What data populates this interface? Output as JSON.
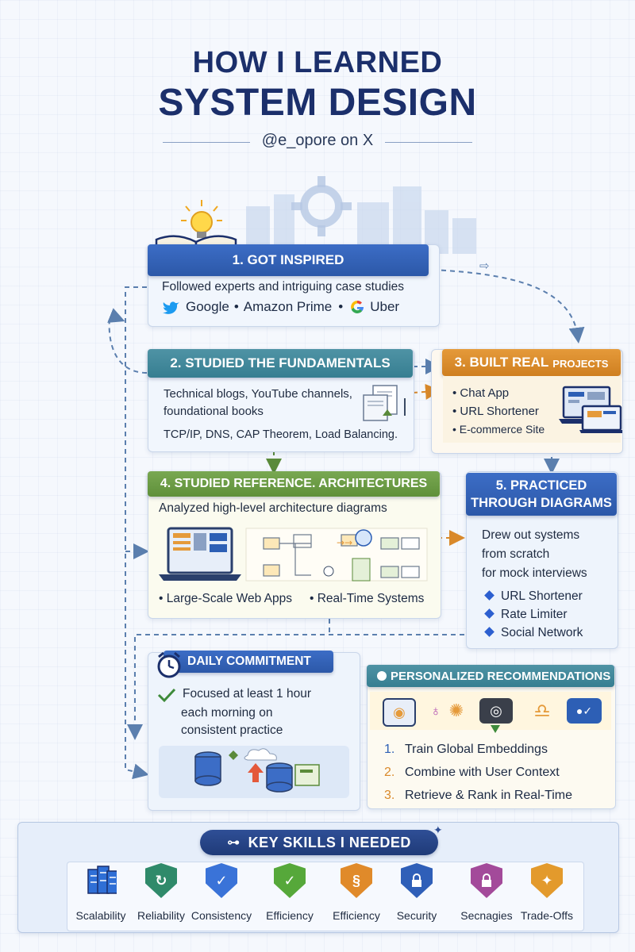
{
  "header": {
    "title_line1": "HOW I LEARNED",
    "title_line2": "SYSTEM DESIGN",
    "handle": "@e_opore on X"
  },
  "step1": {
    "title": "1. GOT INSPIRED",
    "text": "Followed experts and intriguing case studies",
    "sources": [
      "Google",
      "Amazon Prime",
      "Uber"
    ]
  },
  "step2": {
    "title": "2. STUDIED THE FUNDAMENTALS",
    "text_line1": "Technical blogs, YouTube channels,",
    "text_line2": "foundational books",
    "topics": "TCP/IP, DNS, CAP Theorem, Load Balancing."
  },
  "step3": {
    "title_main": "3. BUILT REAL",
    "title_small": "PROJECTS",
    "items": [
      "Chat App",
      "URL Shortener",
      "E-commerce Site"
    ]
  },
  "step4": {
    "title": "4. STUDIED REFERENCE. ARCHITECTURES",
    "text": "Analyzed high-level architecture diagrams",
    "tags": [
      "Large-Scale Web Apps",
      "Real-Time Systems"
    ]
  },
  "step5": {
    "title_line1": "5. PRACTICED",
    "title_line2": "THROUGH DIAGRAMS",
    "text_line1": "Drew out systems",
    "text_line2": "from scratch",
    "text_line3": "for mock interviews",
    "items": [
      "URL Shortener",
      "Rate Limiter",
      "Social Network"
    ]
  },
  "daily": {
    "title": "DAILY COMMITMENT",
    "text_line1": "Focused at least 1 hour",
    "text_line2": "each morning on",
    "text_line3": "consistent practice"
  },
  "recs": {
    "title": "PERSONALIZED RECOMMENDATIONS",
    "steps": [
      {
        "num": "1.",
        "label": "Train Global Embeddings"
      },
      {
        "num": "2.",
        "label": "Combine with User Context"
      },
      {
        "num": "3.",
        "label": "Retrieve & Rank in Real-Time"
      }
    ]
  },
  "skills": {
    "title": "KEY SKILLS I NEEDED",
    "items": [
      {
        "label": "Scalability",
        "color": "#2f6fd6"
      },
      {
        "label": "Reliability",
        "color": "#2f8a6a"
      },
      {
        "label": "Consistency",
        "color": "#3a73d8"
      },
      {
        "label": "Efficiency",
        "color": "#56a83a"
      },
      {
        "label": "Efficiency",
        "color": "#e08a2a"
      },
      {
        "label": "Security",
        "color": "#2f5fb8"
      },
      {
        "label": "Secnagies",
        "color": "#a34a9a"
      },
      {
        "label": "Trade-Offs",
        "color": "#e39a2c"
      }
    ]
  },
  "colors": {
    "navy": "#1b2f6b",
    "blue_head": "#2d5fb5",
    "teal_head": "#3e8a9c",
    "orange_head": "#d9892a",
    "green_head": "#6a9a3e",
    "arrow_blue": "#5b7fae",
    "arrow_orange": "#d9892a",
    "arrow_green": "#5a8a3a"
  }
}
